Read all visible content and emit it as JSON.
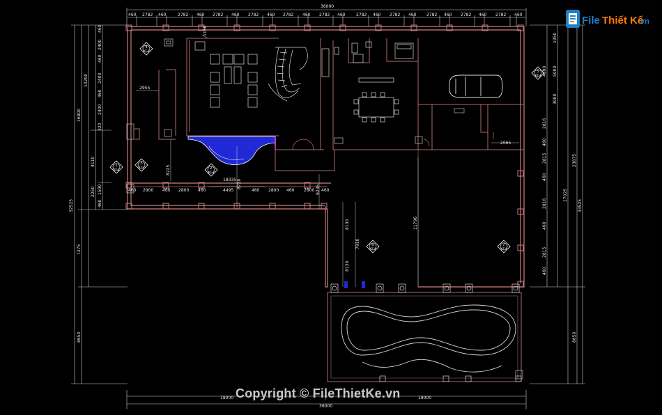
{
  "logo": {
    "text_a": "File",
    "text_b": "Thiết Kế",
    "text_c": ".vn"
  },
  "watermark": {
    "text": "Copyright © FileThietKe.vn"
  },
  "dims": {
    "top_total": "36000",
    "top": [
      "460",
      "2782",
      "460",
      "2782",
      "460",
      "2782",
      "460",
      "2782",
      "460",
      "2782",
      "460",
      "2782",
      "460",
      "2782",
      "460",
      "2782",
      "460"
    ],
    "mid_row": [
      "460",
      "2900",
      "460",
      "2800",
      "460",
      "4495",
      "460",
      "2800",
      "460",
      "2800",
      "460"
    ],
    "bottom_a": "18000",
    "bottom_b": "18000",
    "bottom_total": "36000",
    "left_outer": [
      "10200",
      "16800",
      "7275",
      "8650"
    ],
    "left_total": "32525",
    "left_inner": [
      "460",
      "2400",
      "460",
      "2400",
      "460",
      "2400",
      "320",
      "4110",
      "2250",
      "460",
      "1590"
    ],
    "right_total": "33525",
    "right_mid": "23875",
    "right_a": "17025",
    "right_b": "8650",
    "right_inner": [
      "1950",
      "4690",
      "5000",
      "3000",
      "2816",
      "460",
      "2815",
      "460",
      "2816",
      "460",
      "2815",
      "460"
    ],
    "interior": [
      "2955",
      "8225",
      "18335",
      "8720",
      "9235",
      "8130",
      "7910",
      "8130",
      "11796",
      "2065",
      "1150"
    ]
  },
  "tags": [
    {
      "n": "4",
      "s": "KT-4"
    },
    {
      "n": "1",
      "s": "KT-3"
    },
    {
      "n": "3",
      "s": "KT-4"
    },
    {
      "n": "2",
      "s": "KT-4"
    },
    {
      "n": "5",
      "s": "KT-4"
    },
    {
      "n": "6",
      "s": "KT-4"
    },
    {
      "n": "7",
      "s": "KT-4"
    }
  ],
  "colors": {
    "background": "#000000",
    "wall": "#b06a6a",
    "dim_line": "#e8e8e8",
    "dim_green": "#7CFC00",
    "pool_blue": "#1f2ad6",
    "logo_blue": "#1e7fc8",
    "logo_orange": "#ff7a00"
  }
}
